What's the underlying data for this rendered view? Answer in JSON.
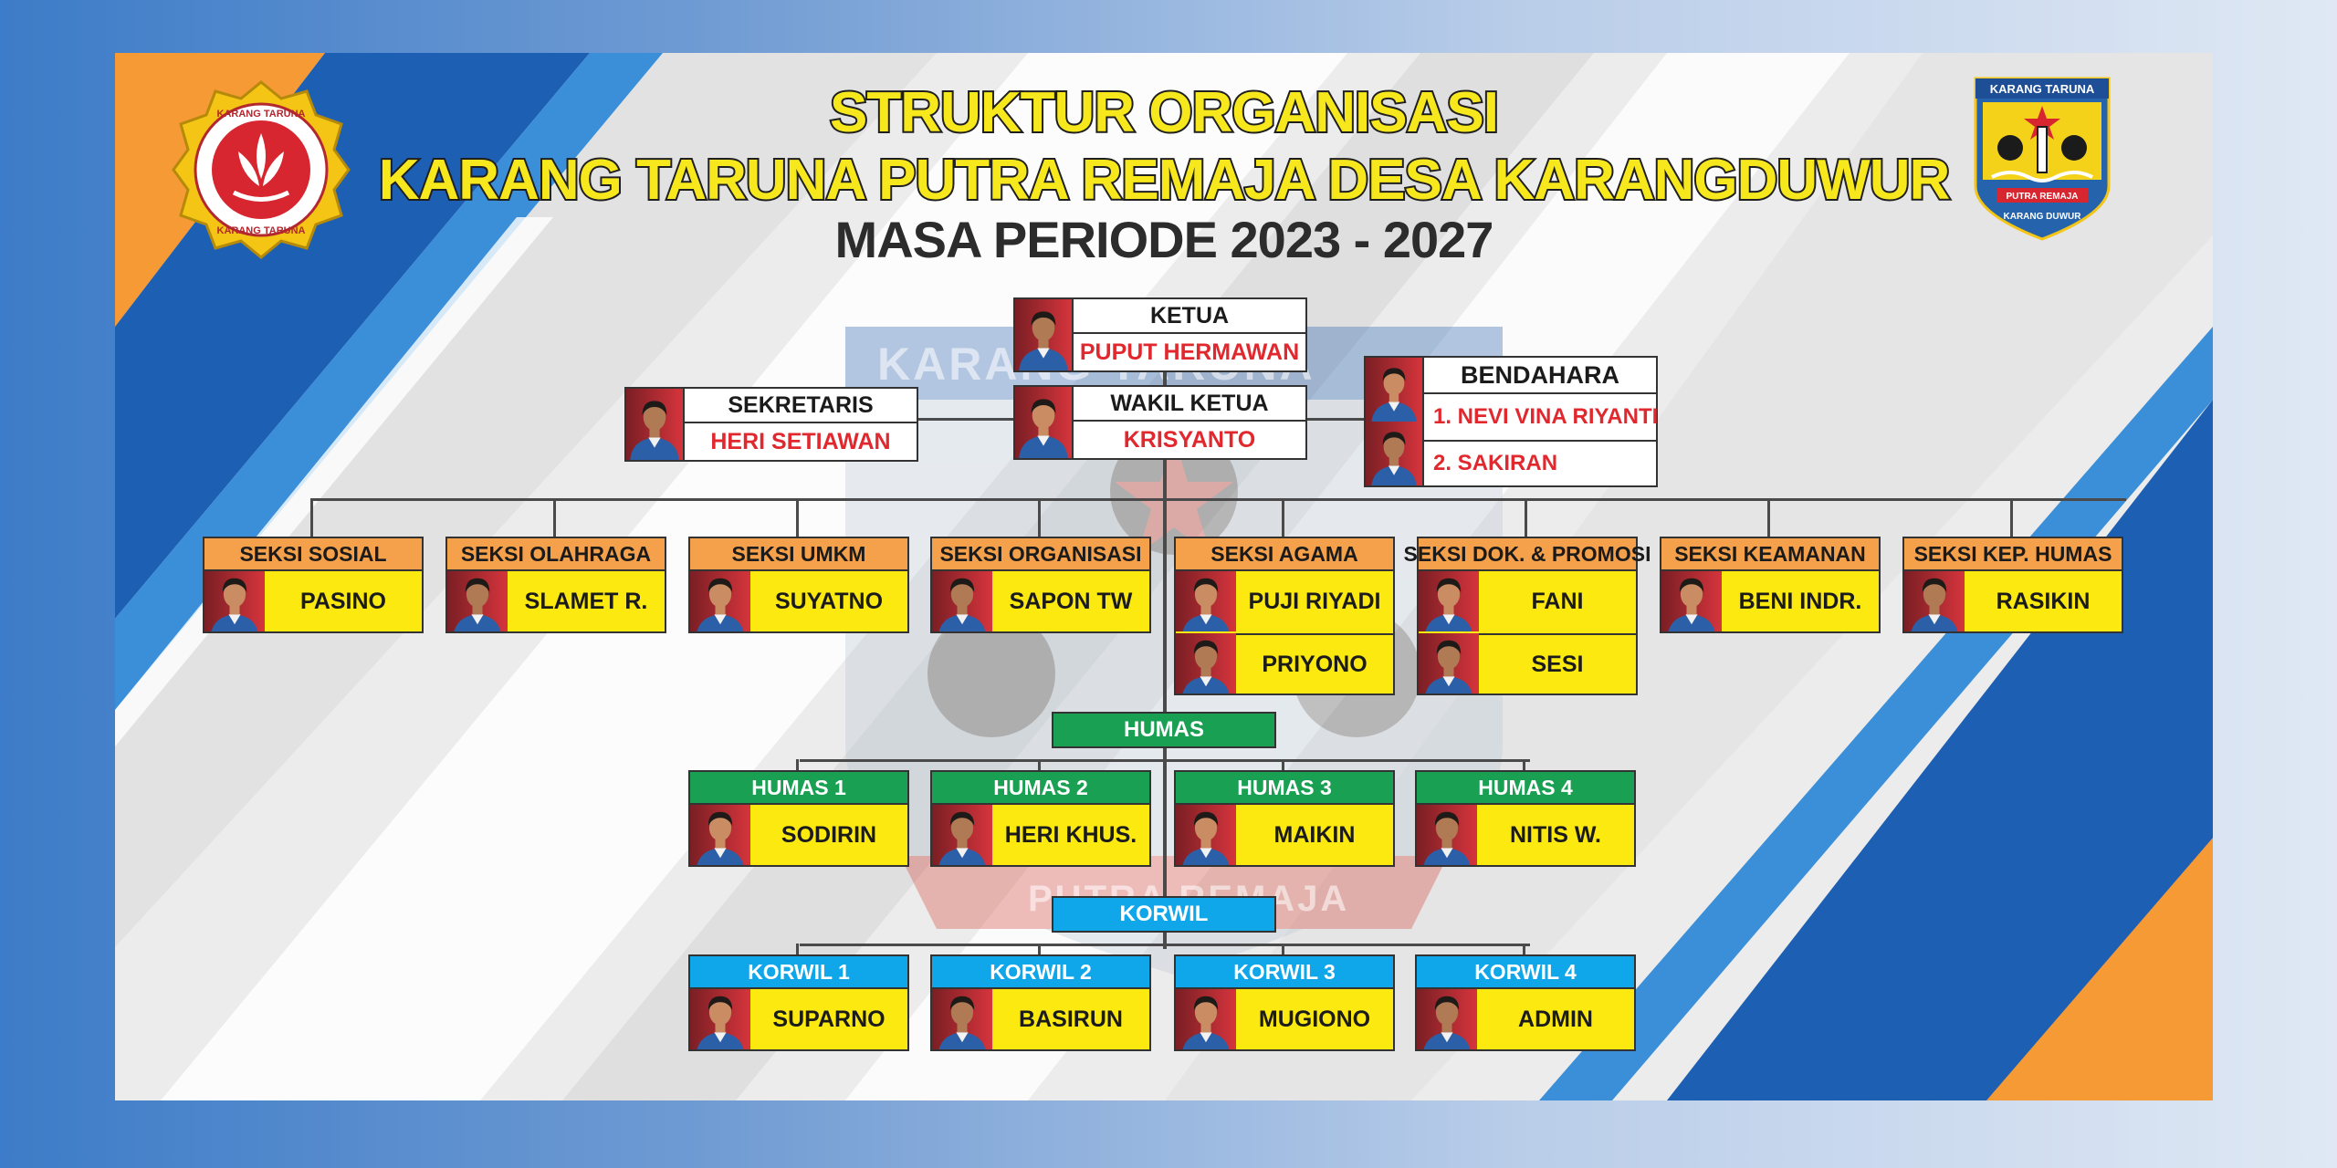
{
  "title": {
    "line1": "STRUKTUR ORGANISASI",
    "line2": "KARANG TARUNA PUTRA REMAJA DESA KARANGDUWUR",
    "line3": "MASA PERIODE  2023 - 2027"
  },
  "logos": {
    "left_text_top": "KARANG TARUNA",
    "left_text_bottom": "KARANG TARUNA",
    "right_banner": "KARANG TARUNA",
    "right_ribbon": "PUTRA REMAJA",
    "right_bottom": "KARANG DUWUR"
  },
  "watermark": {
    "text": "KARANG TARUNA",
    "ribbon": "PUTRA REMAJA"
  },
  "core": {
    "ketua": {
      "role": "KETUA",
      "name": "PUPUT HERMAWAN"
    },
    "wakil": {
      "role": "WAKIL KETUA",
      "name": "KRISYANTO"
    },
    "sekretaris": {
      "role": "SEKRETARIS",
      "name": "HERI SETIAWAN"
    },
    "bendahara": {
      "role": "BENDAHARA",
      "names": [
        "1. NEVI VINA RIYANTI",
        "2. SAKIRAN"
      ]
    }
  },
  "seksi": [
    {
      "title": "SEKSI SOSIAL",
      "names": [
        "PASINO"
      ]
    },
    {
      "title": "SEKSI OLAHRAGA",
      "names": [
        "SLAMET R."
      ]
    },
    {
      "title": "SEKSI UMKM",
      "names": [
        "SUYATNO"
      ]
    },
    {
      "title": "SEKSI ORGANISASI",
      "names": [
        "SAPON TW"
      ]
    },
    {
      "title": "SEKSI AGAMA",
      "names": [
        "PUJI RIYADI",
        "PRIYONO"
      ]
    },
    {
      "title": "SEKSI DOK. & PROMOSI",
      "names": [
        "FANI",
        "SESI"
      ]
    },
    {
      "title": "SEKSI KEAMANAN",
      "names": [
        "BENI INDR."
      ]
    },
    {
      "title": "SEKSI KEP. HUMAS",
      "names": [
        "RASIKIN"
      ]
    }
  ],
  "humas": {
    "label": "HUMAS",
    "members": [
      {
        "title": "HUMAS 1",
        "name": "SODIRIN"
      },
      {
        "title": "HUMAS 2",
        "name": "HERI KHUS."
      },
      {
        "title": "HUMAS 3",
        "name": "MAIKIN"
      },
      {
        "title": "HUMAS 4",
        "name": "NITIS W."
      }
    ]
  },
  "korwil": {
    "label": "KORWIL",
    "members": [
      {
        "title": "KORWIL 1",
        "name": "SUPARNO"
      },
      {
        "title": "KORWIL 2",
        "name": "BASIRUN"
      },
      {
        "title": "KORWIL 3",
        "name": "MUGIONO"
      },
      {
        "title": "KORWIL 4",
        "name": "ADMIN"
      }
    ]
  },
  "colors": {
    "seksi_header": "#f5a04a",
    "humas_header": "#1aa053",
    "korwil_header": "#10a6ea",
    "name_fill": "#fbe90f",
    "core_name": "#e0282e",
    "title_yellow": "#f7e81d",
    "photo_bg": "#d6343c"
  }
}
